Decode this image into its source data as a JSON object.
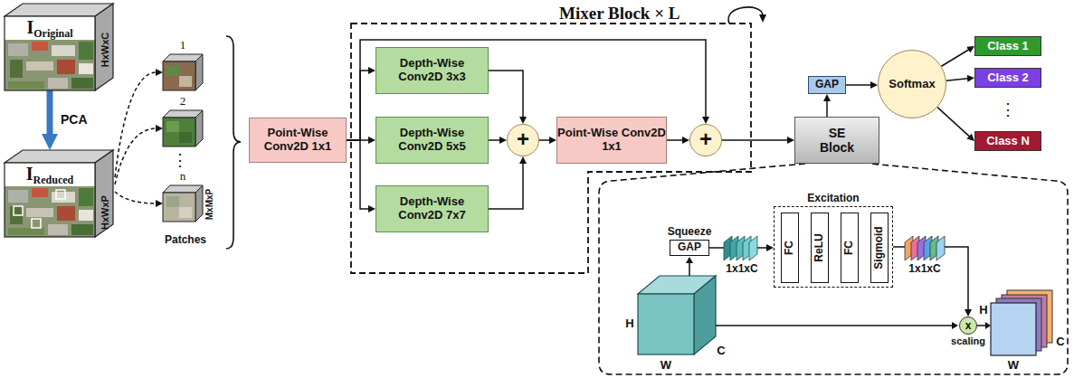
{
  "diagram": {
    "nodes": [
      {
        "text": [
          "I",
          "Original"
        ]
      },
      {
        "text": [
          "I",
          "Reduced"
        ]
      },
      {
        "text": [
          "1"
        ]
      },
      {
        "text": [
          "2"
        ]
      },
      {
        "text": [
          "n"
        ]
      },
      {
        "text": [
          "Point-Wise Conv2D 1x1"
        ]
      },
      {
        "text": [
          "Mixer Block × L"
        ]
      },
      {
        "text": [
          "Depth-Wise Conv2D 3x3"
        ],
        "in": 6
      },
      {
        "text": [
          "Depth-Wise Conv2D 5x5"
        ],
        "in": 6
      },
      {
        "text": [
          "Depth-Wise Conv2D 7x7"
        ],
        "in": 6
      },
      {
        "text": [
          "+"
        ],
        "in": 6
      },
      {
        "text": [
          "Point-Wise Conv2D 1x1"
        ],
        "in": 6
      },
      {
        "text": [
          "+"
        ],
        "in": 6
      },
      {
        "text": [
          "SE Block"
        ]
      },
      {
        "text": [
          "GAP"
        ]
      },
      {
        "text": [
          "Softmax"
        ]
      },
      {
        "text": [
          "Class 1"
        ]
      },
      {
        "text": [
          "Class 2"
        ]
      },
      {
        "text": [
          "Class N"
        ]
      },
      {
        "text": [
          "Squeeze",
          "GAP"
        ]
      },
      {
        "text": [
          "Excitation"
        ]
      },
      {
        "text": [
          "FC"
        ],
        "in": 20
      },
      {
        "text": [
          "ReLU"
        ],
        "in": 20
      },
      {
        "text": [
          "FC"
        ],
        "in": 20
      },
      {
        "text": [
          "Sigmoid"
        ],
        "in": 20
      },
      {
        "text": [
          "x",
          "scaling"
        ]
      }
    ],
    "edges": [
      {
        "from": 0,
        "to": 1,
        "arrow": "to",
        "label": "PCA"
      },
      {
        "from": 1,
        "to": 2,
        "arrow": "to"
      },
      {
        "from": 1,
        "to": 3,
        "arrow": "to"
      },
      {
        "from": 1,
        "to": 4,
        "arrow": "to"
      },
      {
        "from": 5,
        "to": 7,
        "arrow": "to"
      },
      {
        "from": 5,
        "to": 8,
        "arrow": "to"
      },
      {
        "from": 5,
        "to": 9,
        "arrow": "to"
      },
      {
        "from": 5,
        "to": 12,
        "arrow": "to"
      },
      {
        "from": 7,
        "to": 10,
        "arrow": "to"
      },
      {
        "from": 8,
        "to": 10,
        "arrow": "to"
      },
      {
        "from": 9,
        "to": 10,
        "arrow": "to"
      },
      {
        "from": 10,
        "to": 11,
        "arrow": "to"
      },
      {
        "from": 11,
        "to": 12,
        "arrow": "to"
      },
      {
        "from": 12,
        "to": 13,
        "arrow": "to"
      },
      {
        "from": 13,
        "to": 14,
        "arrow": "to"
      },
      {
        "from": 14,
        "to": 15,
        "arrow": "to"
      },
      {
        "from": 15,
        "to": 16,
        "arrow": "to"
      },
      {
        "from": 15,
        "to": 17,
        "arrow": "to"
      },
      {
        "from": 15,
        "to": 18,
        "arrow": "to"
      },
      {
        "from": 19,
        "to": 20,
        "arrow": "to"
      },
      {
        "from": 20,
        "to": 25,
        "arrow": "to"
      }
    ],
    "labels": [
      "HxWxC",
      "HxWxP",
      "⋮",
      "MxMxP",
      "Patches",
      "⋮",
      "1x1xC",
      "1x1xC",
      "H",
      "W",
      "C",
      "H",
      "W",
      "C"
    ]
  }
}
